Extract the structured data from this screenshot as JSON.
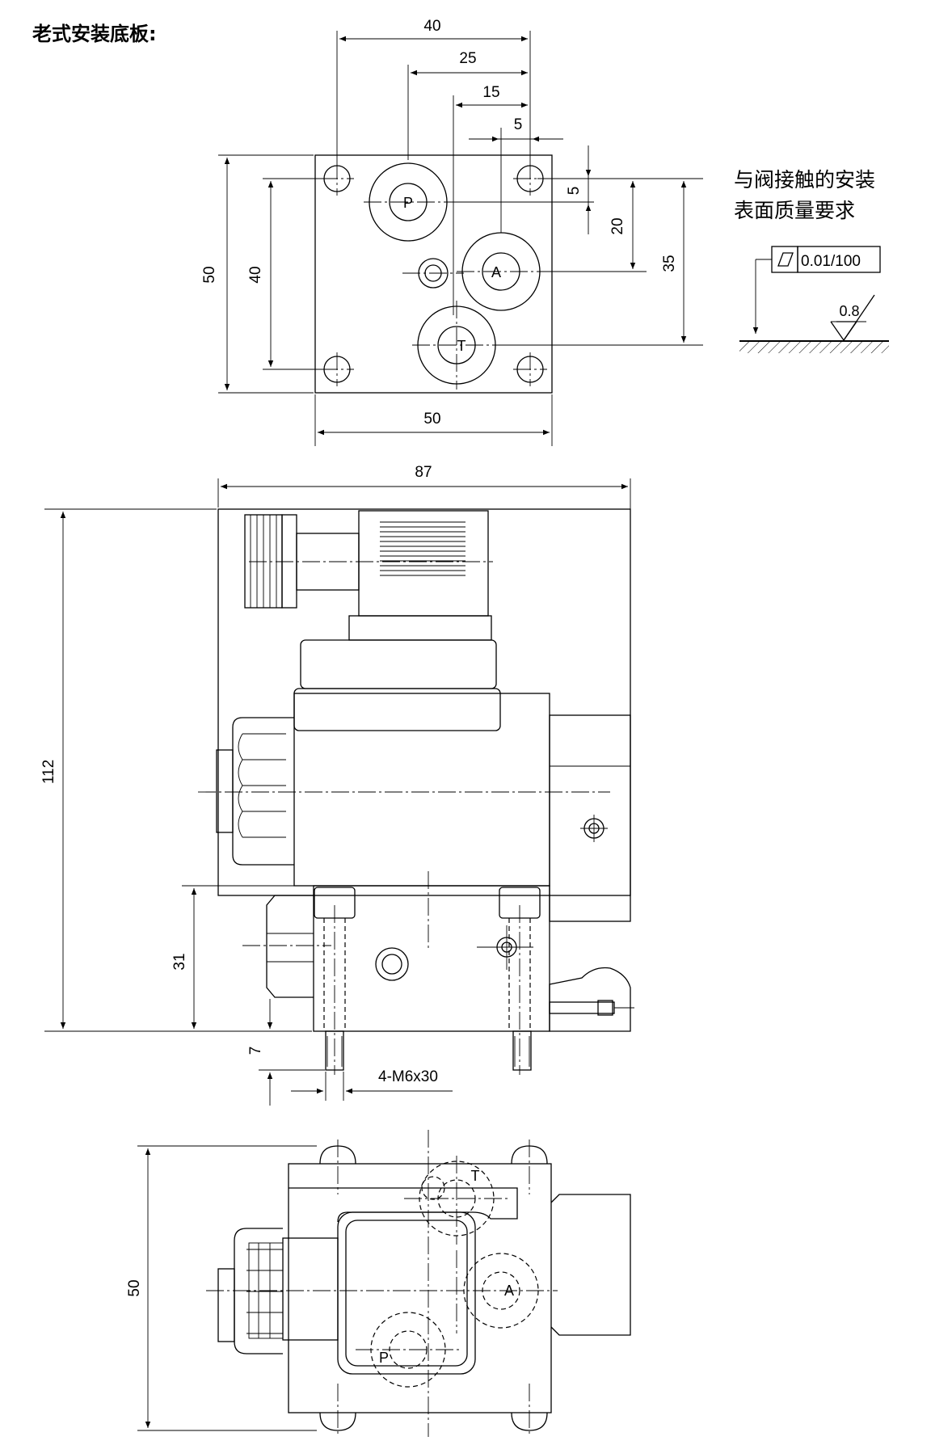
{
  "title": "老式安装底板:",
  "surface_requirement": {
    "line1": "与阀接触的安装",
    "line2": "表面质量要求",
    "flatness": "0.01/100",
    "roughness": "0.8"
  },
  "port_labels": {
    "p": "P",
    "a": "A",
    "t": "T"
  },
  "dimensions": {
    "d40_top": "40",
    "d25": "25",
    "d15": "15",
    "d5_top": "5",
    "d5_right": "5",
    "d20": "20",
    "d35": "35",
    "d50_left": "50",
    "d40_left": "40",
    "d50_bottom": "50",
    "d87": "87",
    "d112": "112",
    "d31": "31",
    "d7": "7",
    "screws": "4-M6x30",
    "d50_bottom_view": "50"
  }
}
